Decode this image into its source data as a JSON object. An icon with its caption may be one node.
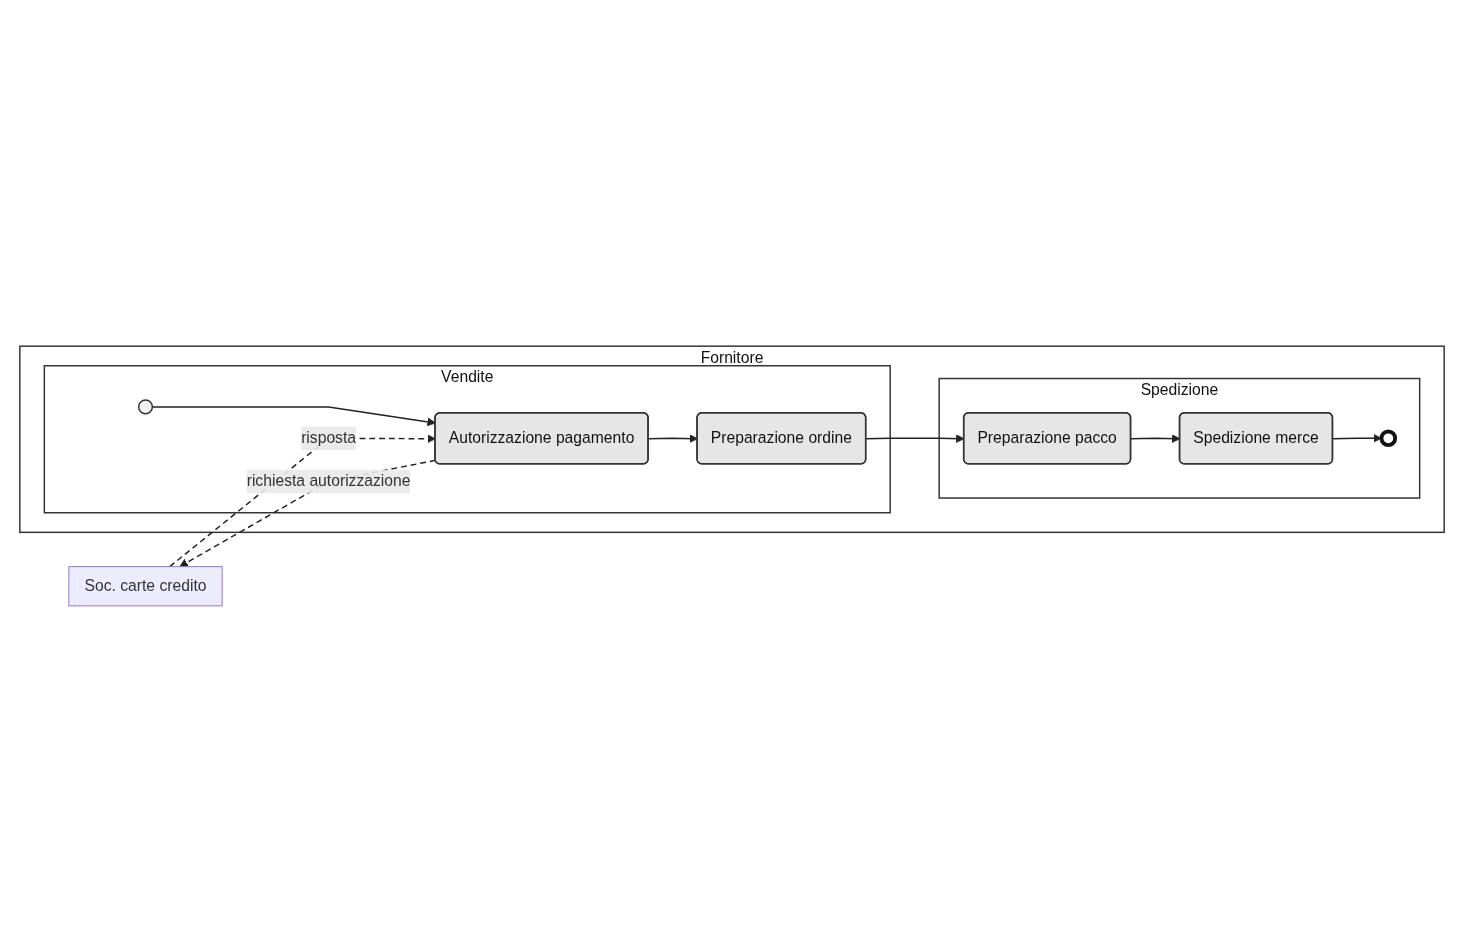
{
  "diagram": {
    "nodes": [
      {
        "text": [
          "Soc. carte credito"
        ]
      },
      {
        "text": [
          "Fornitore"
        ]
      },
      {
        "text": [
          "Spedizione"
        ],
        "in": 1
      },
      {
        "text": [
          "Preparazione pacco"
        ],
        "in": 2
      },
      {
        "text": [
          "Spedizione merce"
        ],
        "in": 2
      },
      {
        "text": [],
        "shape": "circle",
        "in": 2
      },
      {
        "text": [
          "Vendite"
        ],
        "in": 1
      },
      {
        "text": [],
        "shape": "circle",
        "in": 6
      },
      {
        "text": [
          "Autorizzazione pagamento"
        ],
        "in": 6
      },
      {
        "text": [
          "Preparazione ordine"
        ],
        "in": 6
      }
    ],
    "edges": [
      {
        "from": 7,
        "to": 8,
        "arrow": "to"
      },
      {
        "from": 8,
        "to": 9,
        "arrow": "to"
      },
      {
        "from": 9,
        "to": 3,
        "arrow": "to"
      },
      {
        "from": 3,
        "to": 4,
        "arrow": "to"
      },
      {
        "from": 4,
        "to": 5,
        "arrow": "to"
      },
      {
        "from": 8,
        "to": 0,
        "arrow": "to",
        "style": "dashed",
        "label": "richiesta autorizzazione"
      },
      {
        "from": 0,
        "to": 8,
        "arrow": "to",
        "style": "dashed",
        "label": "risposta"
      }
    ]
  }
}
